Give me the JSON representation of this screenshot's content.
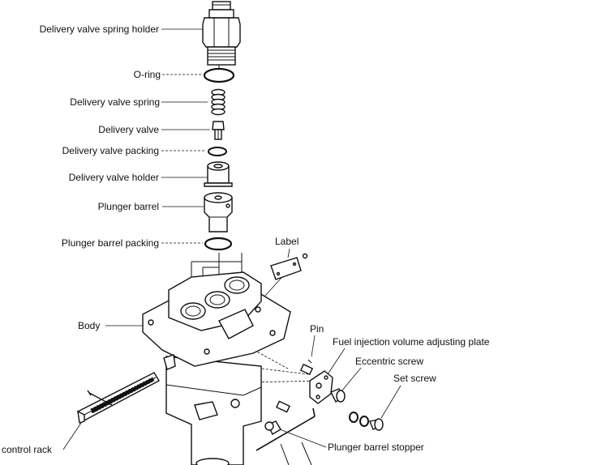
{
  "labels": {
    "delivery_valve_spring_holder": "Delivery valve spring holder",
    "o_ring": "O-ring",
    "delivery_valve_spring": "Delivery valve spring",
    "delivery_valve": "Delivery valve",
    "delivery_valve_packing": "Delivery valve packing",
    "delivery_valve_holder": "Delivery valve holder",
    "plunger_barrel": "Plunger barrel",
    "plunger_barrel_packing": "Plunger barrel packing",
    "label": "Label",
    "body": "Body",
    "pin": "Pin",
    "fuel_injection_volume_adjusting_plate": "Fuel injection volume adjusting plate",
    "eccentric_screw": "Eccentric screw",
    "set_screw": "Set screw",
    "control_rack": "control rack",
    "plunger_barrel_stopper": "Plunger barrel stopper"
  }
}
